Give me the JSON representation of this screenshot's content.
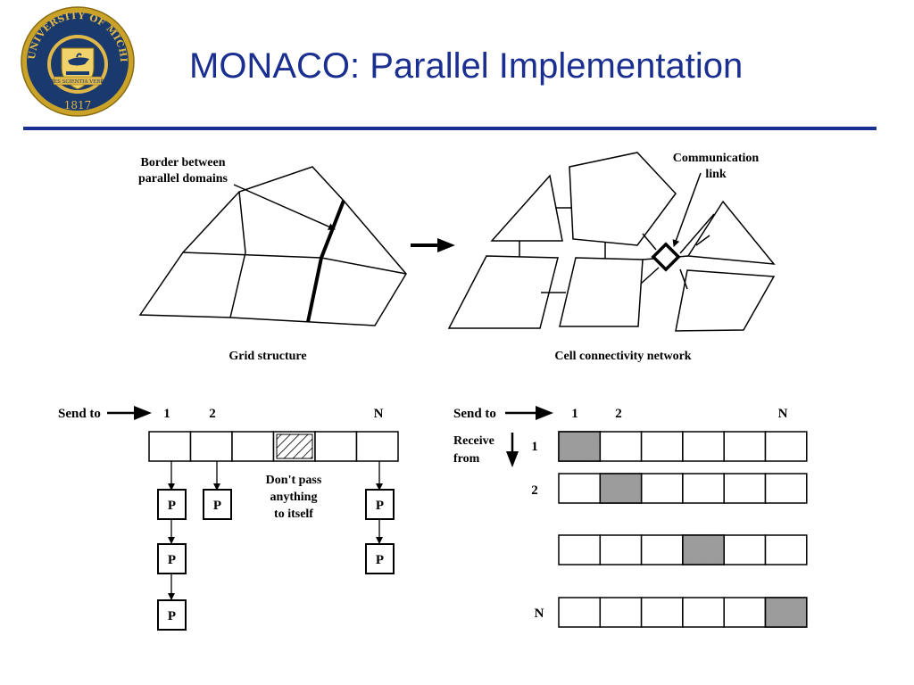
{
  "slide": {
    "title": "MONACO: Parallel Implementation",
    "title_color": "#1a2f8f",
    "accent_rule_color": "#1a2f8f"
  },
  "seal": {
    "outer_text": "THE UNIVERSITY OF MICHIGAN",
    "motto": "ARTES SCIENTIA VERITAS",
    "year": "1817",
    "colors": {
      "ring": "#c9a227",
      "field": "#1a3a6e",
      "inner_ring": "#e0b84a"
    }
  },
  "top_diagram": {
    "left_annotation_line1": "Border between",
    "left_annotation_line2": "parallel domains",
    "left_caption": "Grid structure",
    "right_annotation_line1": "Communication",
    "right_annotation_line2": "link",
    "right_caption": "Cell connectivity network",
    "transform_arrow": "right-arrow"
  },
  "bottom_left": {
    "send_to_label": "Send to",
    "col_labels": {
      "first": "1",
      "second": "2",
      "last": "N"
    },
    "note_line1": "Don't pass",
    "note_line2": "anything",
    "note_line3": "to itself",
    "processor_label": "P"
  },
  "bottom_right": {
    "send_to_label": "Send to",
    "col_labels": {
      "first": "1",
      "second": "2",
      "last": "N"
    },
    "receive_line1": "Receive",
    "receive_line2": "from",
    "row_labels": {
      "first": "1",
      "second": "2",
      "last": "N"
    }
  }
}
